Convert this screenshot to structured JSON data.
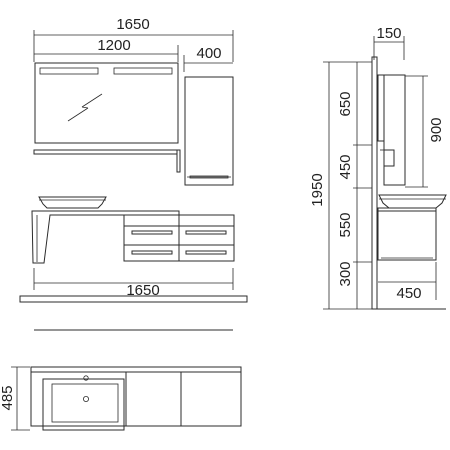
{
  "front_view": {
    "overall_width": "1650",
    "mirror_width": "1200",
    "cabinet_width": "400",
    "counter_width": "1650"
  },
  "side_view": {
    "depth_top": "150",
    "total_height": "1950",
    "seg_1": "650",
    "seg_2": "450",
    "seg_3": "550",
    "seg_4": "300",
    "cabinet_height": "900",
    "base_depth": "450"
  },
  "plan_view": {
    "depth": "485"
  },
  "colors": {
    "line": "#2b2b2b",
    "background": "#ffffff"
  }
}
